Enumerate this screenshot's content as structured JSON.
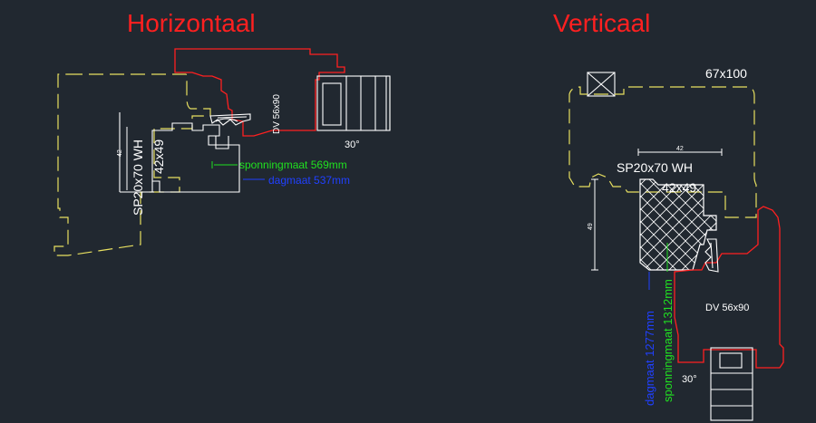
{
  "titles": {
    "horizontal": "Horizontaal",
    "vertical": "Verticaal"
  },
  "horizontal": {
    "profile_label": "DV 56x90",
    "angle_label": "30°",
    "sill_label": "SP20x70 WH",
    "frame_label": "42x49",
    "dim_small": "42",
    "rebate_label": "sponningmaat 569mm",
    "daylight_label": "dagmaat 537mm"
  },
  "vertical": {
    "beam_label": "67x100",
    "dim_top": "42",
    "sill_label": "SP20x70 WH",
    "frame_label": "42x49",
    "dim_side": "49",
    "profile_label": "DV 56x90",
    "angle_label": "30°",
    "daylight_label": "dagmaat 1277mm",
    "rebate_label": "sponningmaat 1312mm"
  },
  "colors": {
    "background": "#212830",
    "title": "#ff2020",
    "frame_line": "#e8e060",
    "profile_line": "#ff2020",
    "drawing_line": "#ffffff",
    "rebate_dim": "#20e020",
    "daylight_dim": "#2040ff"
  }
}
